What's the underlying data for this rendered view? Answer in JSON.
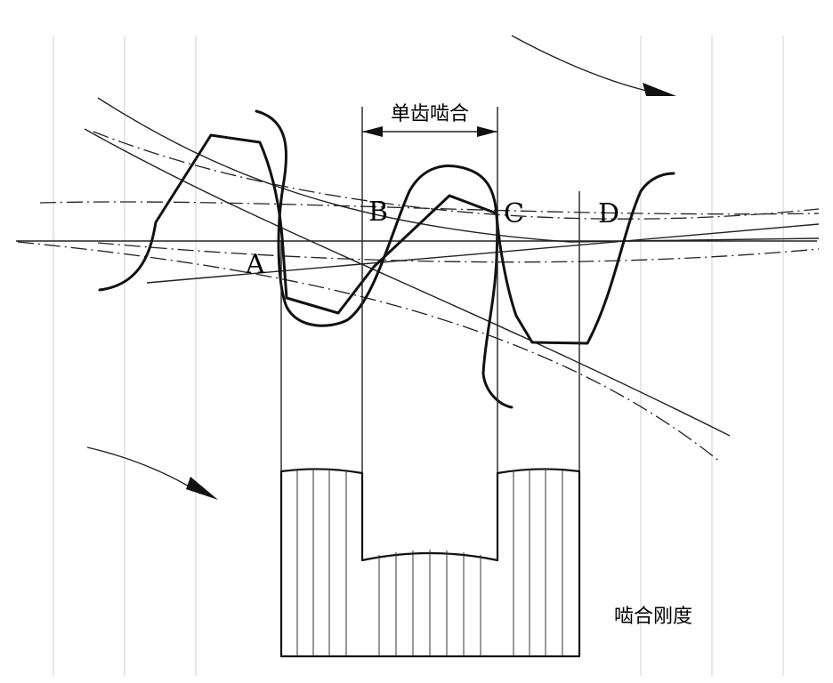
{
  "labels": {
    "point_a": "A",
    "point_b": "B",
    "point_c": "C",
    "point_d": "D",
    "single_tooth_mesh": "单齿啮合",
    "mesh_stiffness": "啮合刚度"
  }
}
